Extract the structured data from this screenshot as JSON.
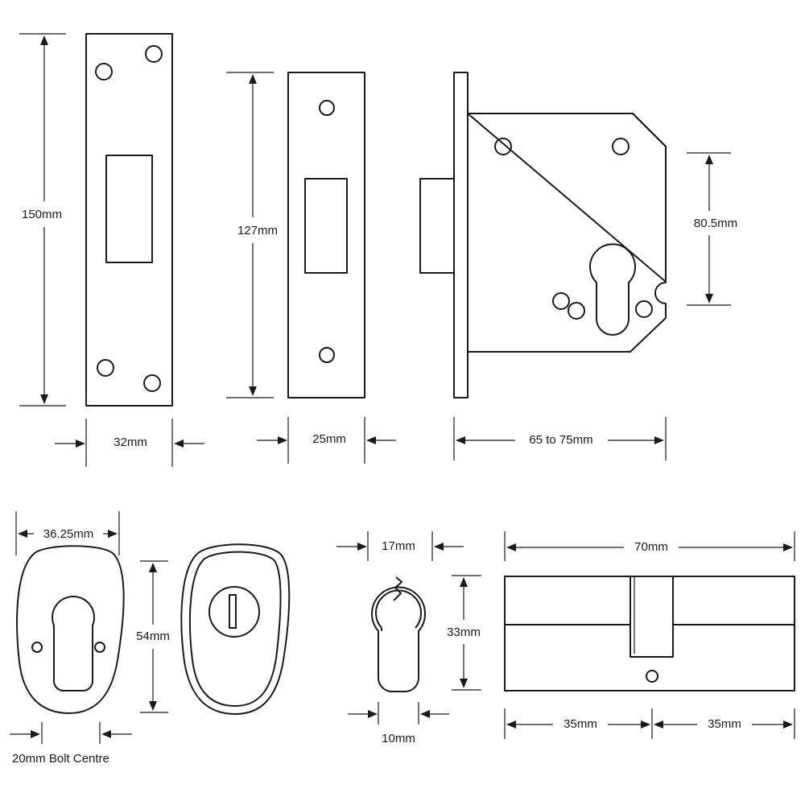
{
  "dimensions": {
    "forend_height": "150mm",
    "forend_width": "32mm",
    "strike_height": "127mm",
    "strike_width": "25mm",
    "backset": "65 to 75mm",
    "centres": "80.5mm",
    "escutcheon_width": "36.25mm",
    "escutcheon_height": "54mm",
    "bolt_centre": "20mm Bolt Centre",
    "cylinder_profile_width": "17mm",
    "cylinder_profile_height": "33mm",
    "cylinder_bottom_width": "10mm",
    "cylinder_length": "70mm",
    "cylinder_half_left": "35mm",
    "cylinder_half_right": "35mm"
  }
}
